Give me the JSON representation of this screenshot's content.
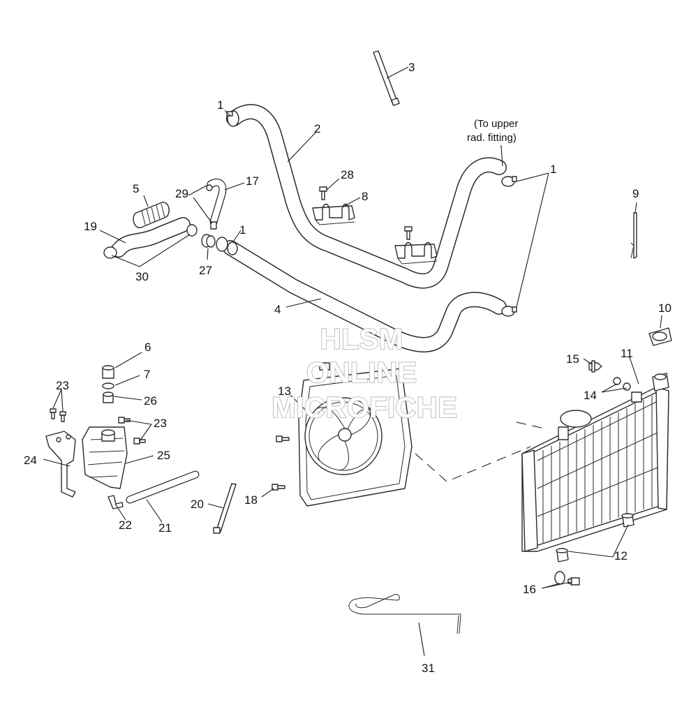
{
  "callouts": {
    "c1a": "1",
    "c1b": "1",
    "c1c": "1",
    "c2": "2",
    "c3": "3",
    "c4": "4",
    "c5": "5",
    "c6": "6",
    "c7": "7",
    "c8": "8",
    "c9": "9",
    "c10": "10",
    "c11": "11",
    "c12": "12",
    "c13": "13",
    "c14": "14",
    "c15": "15",
    "c16": "16",
    "c17": "17",
    "c18": "18",
    "c19": "19",
    "c20": "20",
    "c21": "21",
    "c22": "22",
    "c23a": "23",
    "c23b": "23",
    "c24": "24",
    "c25": "25",
    "c26": "26",
    "c27": "27",
    "c28": "28",
    "c29": "29",
    "c30": "30",
    "c31": "31"
  },
  "note": {
    "line1": "(To upper",
    "line2": "rad. fitting)"
  },
  "watermark": {
    "line1": "HLSM",
    "line2": "ONLINE",
    "line3": "MICROFICHE"
  }
}
